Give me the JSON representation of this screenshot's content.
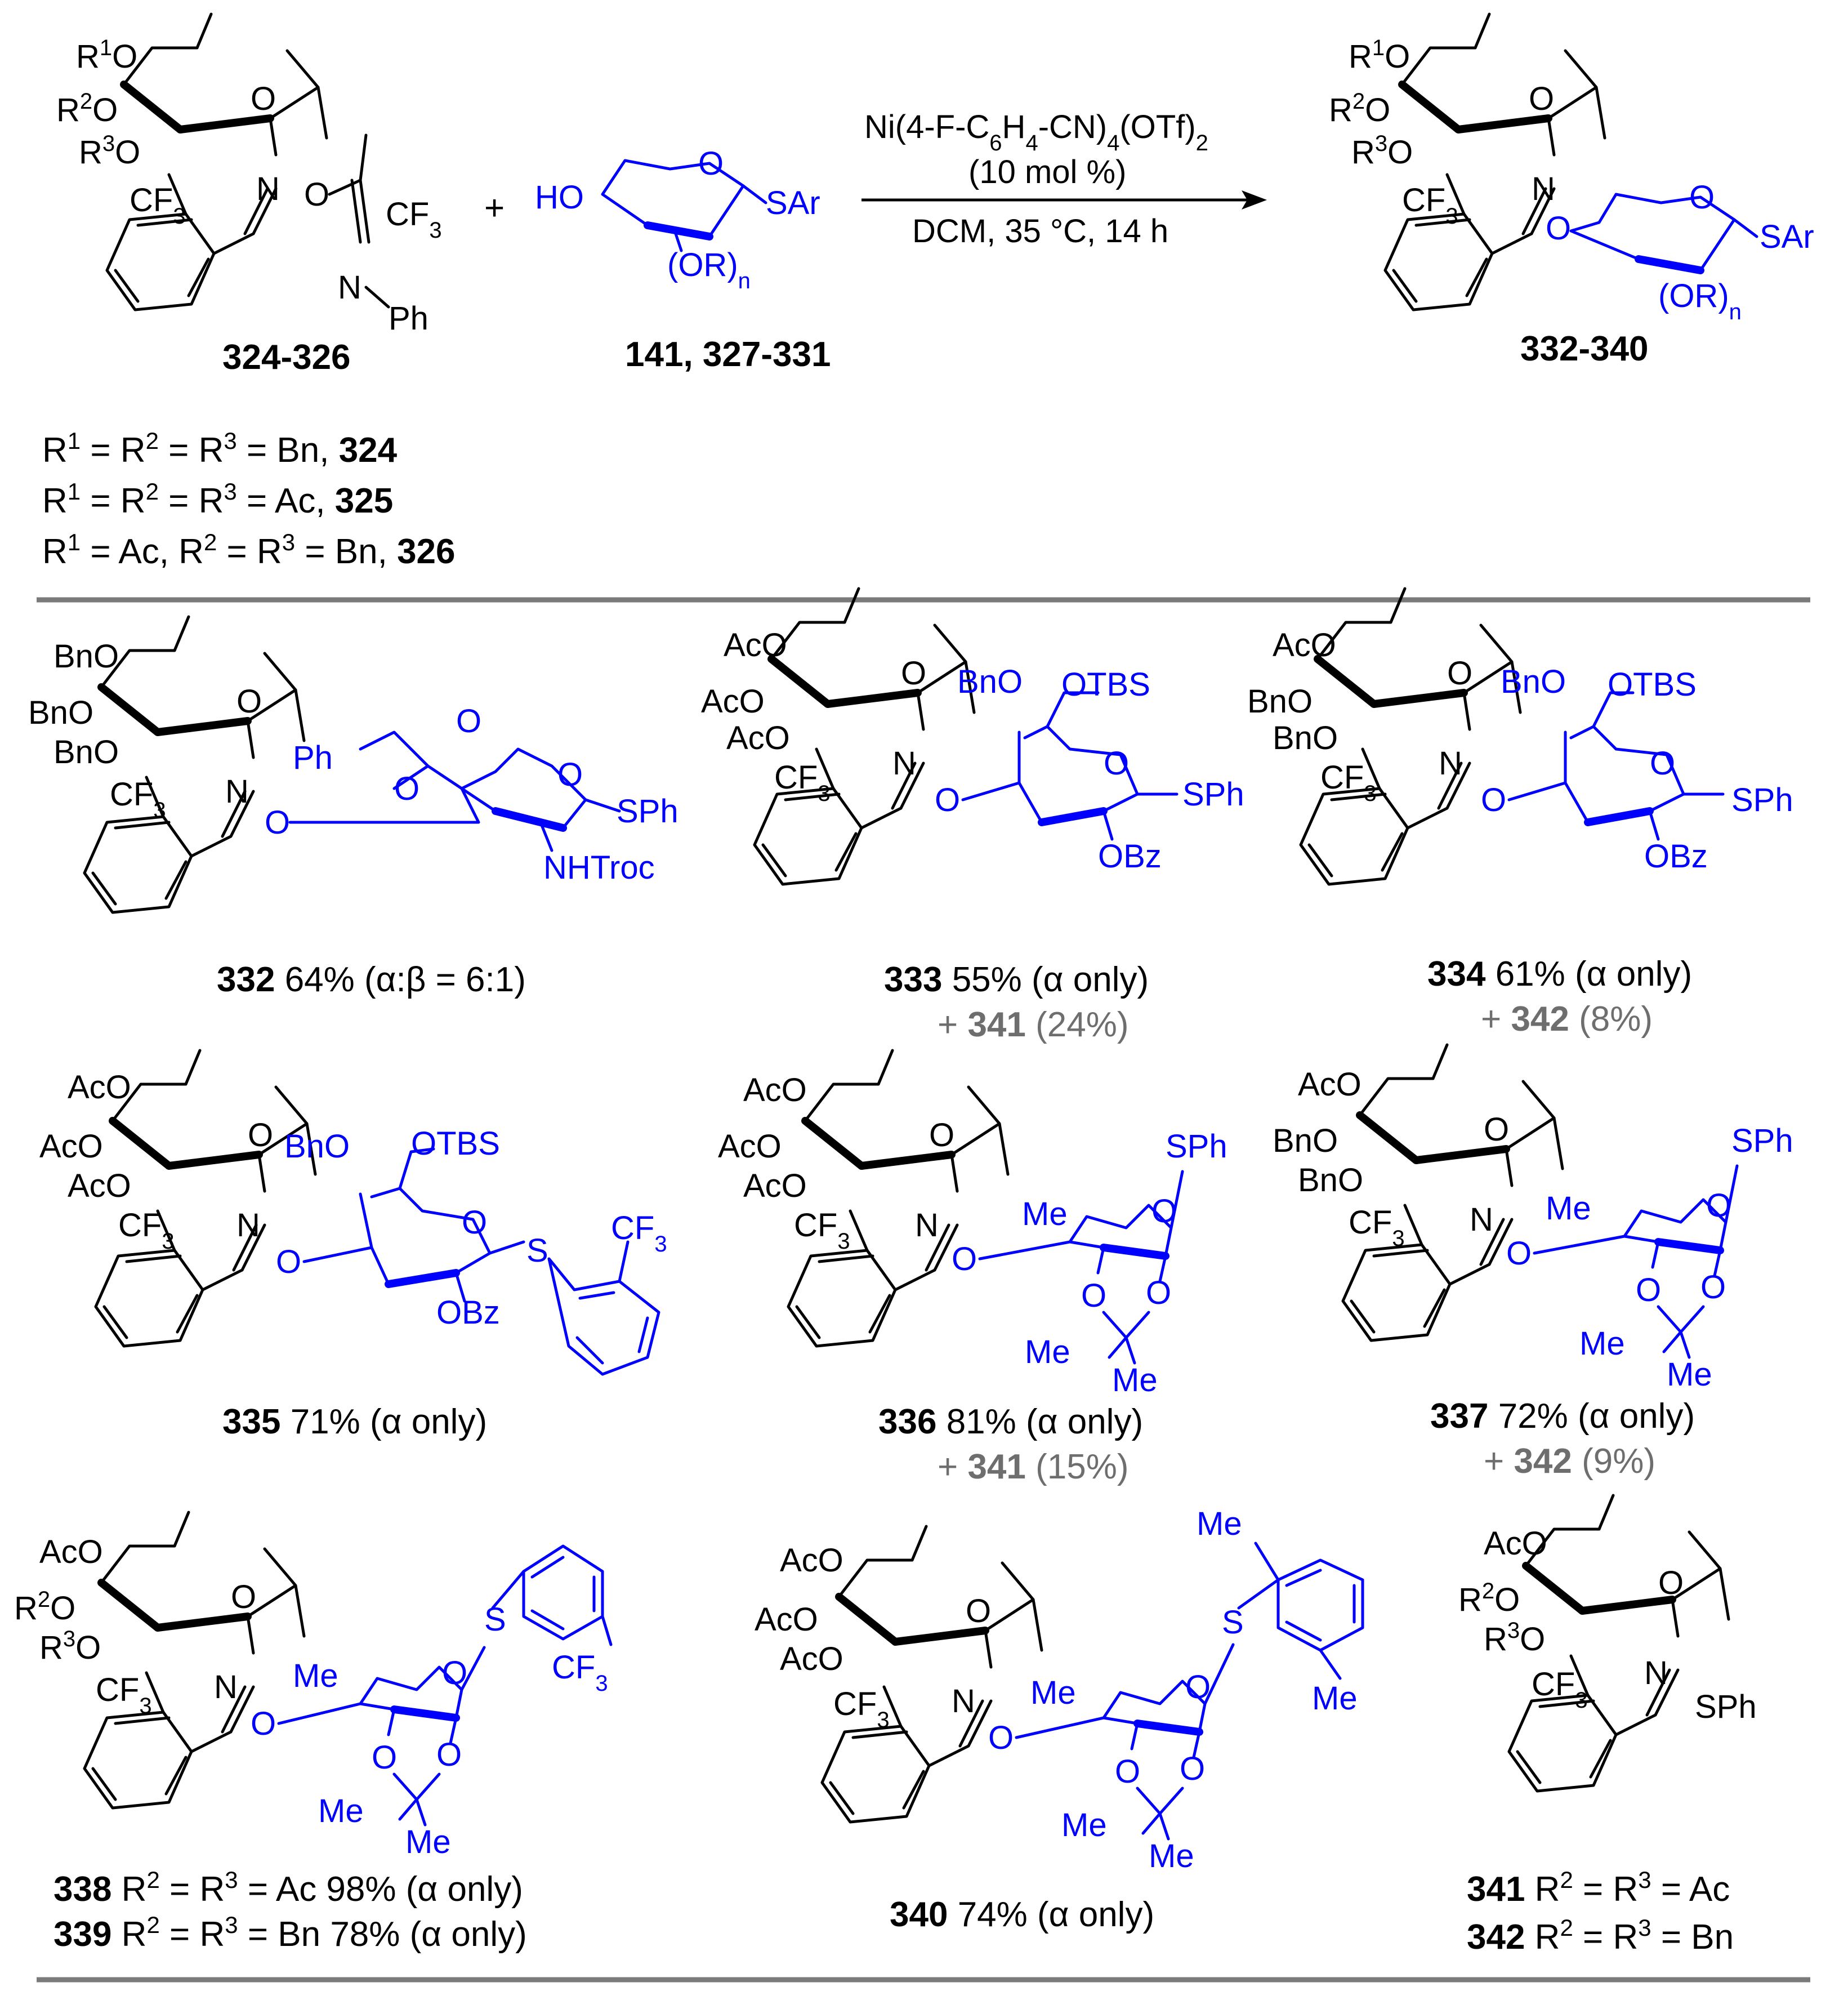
{
  "reaction": {
    "catalyst_line": "Ni(4-F-C6H4-CN)4(OTf)2",
    "loading_line": "(10 mol %)",
    "conditions_line": "DCM, 35 °C, 14 h",
    "plus": "+",
    "donor_label": "324-326",
    "acceptor_label": "141, 327-331",
    "product_label": "332-340",
    "donor_r_definitions": [
      "R1 =  R2 = R3 = Bn, 324",
      "R1 = R2 = R3 = Ac, 325",
      "R1 = Ac, R2 = R3 = Bn, 326"
    ]
  },
  "atom_labels": {
    "R1O": "R1O",
    "R2O": "R2O",
    "R3O": "R3O",
    "O": "O",
    "N": "N",
    "CF3": "CF3",
    "Ph": "Ph",
    "HO": "HO",
    "SAr": "SAr",
    "ORn": "(OR)n",
    "SPh": "SPh",
    "AcO": "AcO",
    "BnO": "BnO",
    "OTBS": "OTBS",
    "OBz": "OBz",
    "NHTroc": "NHTroc",
    "Me": "Me",
    "S": "S"
  },
  "products": [
    {
      "id": "332",
      "caption": "64%  (α:β  = 6:1)"
    },
    {
      "id": "333",
      "caption": "55% (α only)",
      "side": "341",
      "side_yield": "(24%)"
    },
    {
      "id": "334",
      "caption": "61% (α only)",
      "side": "342",
      "side_yield": "(8%)"
    },
    {
      "id": "335",
      "caption": "71% (α only)"
    },
    {
      "id": "336",
      "caption": "81% (α only)",
      "side": "341",
      "side_yield": "(15%)"
    },
    {
      "id": "337",
      "caption": "72% (α only)",
      "side": "342",
      "side_yield": "(9%)"
    },
    {
      "id": "338",
      "caption": "R2 = R3 = Ac 98% (α only)"
    },
    {
      "id": "339",
      "caption": "R2 = R3 = Bn 78% (α only)"
    },
    {
      "id": "340",
      "caption": "74% (α only)"
    },
    {
      "id": "341",
      "caption": "R2 = R3 = Ac"
    },
    {
      "id": "342",
      "caption": "R2 = R3 = Bn"
    }
  ],
  "colors": {
    "acceptor": "#0000ff",
    "donor": "#000000",
    "side_product_text": "#6e6e6e",
    "rule": "#7a7a7a"
  }
}
